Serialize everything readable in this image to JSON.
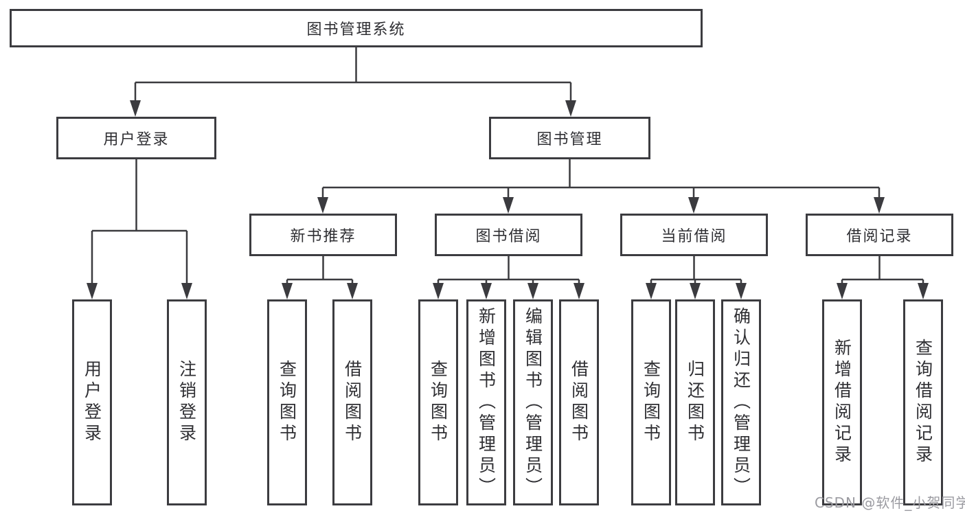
{
  "diagram": {
    "root": {
      "label": "图书管理系统"
    },
    "level2": [
      {
        "id": "user-login",
        "label": "用户登录"
      },
      {
        "id": "book-management",
        "label": "图书管理"
      }
    ],
    "level3": [
      {
        "id": "new-book-recommend",
        "label": "新书推荐"
      },
      {
        "id": "book-borrow",
        "label": "图书借阅"
      },
      {
        "id": "current-borrow",
        "label": "当前借阅"
      },
      {
        "id": "borrow-records",
        "label": "借阅记录"
      }
    ],
    "leaves": {
      "user_login": [
        "用户登录",
        "注销登录"
      ],
      "new_book_recommend": [
        "查询图书",
        "借阅图书"
      ],
      "book_borrow": [
        "查询图书",
        "新增图书（管理员）",
        "编辑图书（管理员）",
        "借阅图书"
      ],
      "current_borrow": [
        "查询图书",
        "归还图书",
        "确认归还（管理员）"
      ],
      "borrow_records": [
        "新增借阅记录",
        "查询借阅记录"
      ]
    },
    "colors": {
      "line": "#3b3b3f",
      "text": "#2f2f33",
      "box_background": "#ffffff",
      "watermark": "#9b9ba1"
    }
  },
  "watermark": {
    "text": "CSDN @软件_小贺同学"
  }
}
